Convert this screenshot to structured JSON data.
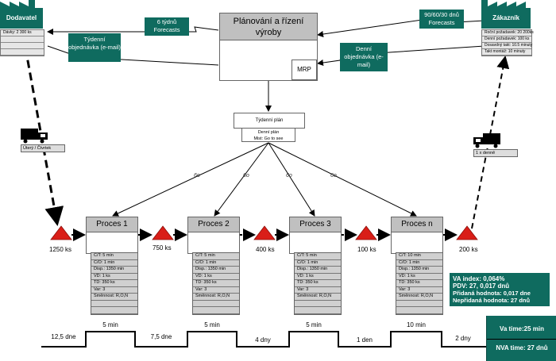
{
  "supplier": {
    "name": "Dodavatel",
    "rows": [
      "Dávky: 2 300 ks",
      "",
      "",
      ""
    ]
  },
  "customer": {
    "name": "Zákazník",
    "rows": [
      "Roční požadavek: 20 200ks",
      "Denní požadavek: 100 ks",
      "Dosavdný takt: 10.5 minuty",
      "Takt montáž: 10 minuty"
    ]
  },
  "planning": {
    "title": "Plánování a řízení výroby",
    "mrp": "MRP"
  },
  "info_boxes": {
    "forecast_supplier": "6 týdnů Forecasts",
    "weekly_order": "Týdenní objednávka (e-mail)",
    "forecast_customer": "90/60/30 dnů Forecasts",
    "daily_order": "Denní objednávka (e-mail)"
  },
  "plans": {
    "weekly": "Týdenní plán",
    "daily_line1": "Denní plán",
    "daily_line2": "Mist: Go to see"
  },
  "goto_label": "6o",
  "transport": {
    "supplier_label": "Úterý / Čtvrtek",
    "customer_label": "1 x denně"
  },
  "inventory": {
    "i0": "1250 ks",
    "i1": "750 ks",
    "i2": "400 ks",
    "i3": "100 ks",
    "i4": "200 ks"
  },
  "processes": [
    {
      "name": "Proces 1",
      "rows": [
        "C/T: 5 min",
        "C/O: 1 min",
        "Disp.: 1350 min",
        "VD: 1 ks",
        "TD: 350 ks",
        "Var: 3",
        "Směnnost: R,O,N",
        "",
        ""
      ]
    },
    {
      "name": "Proces 2",
      "rows": [
        "C/T: 5 min",
        "C/O: 1 min",
        "Disp.: 1350 min",
        "VD: 1 ks",
        "TD: 350 ks",
        "Var: 3",
        "Směnnost: R,O,N",
        "",
        ""
      ]
    },
    {
      "name": "Proces 3",
      "rows": [
        "C/T: 5 min",
        "C/O: 1 min",
        "Disp.: 1350 min",
        "VD: 1 ks",
        "TD: 350 ks",
        "Var: 3",
        "Směnnost: R,O,N",
        "",
        ""
      ]
    },
    {
      "name": "Proces n",
      "rows": [
        "C/T: 10 min",
        "C/O: 1 min",
        "Disp.: 1350 min",
        "VD: 1 ks",
        "TD: 350 ks",
        "Var: 3",
        "Směnnost: R,O,N",
        "",
        ""
      ]
    }
  ],
  "metrics": {
    "va_index": "VA index: 0,064%",
    "pdv": "PDV: 27, 0,017 dnů",
    "added_value": "Přidaná hodnota: 0,017 dne",
    "non_added_value": "Nepřidaná hodnota: 27 dnů"
  },
  "timeline": {
    "low": [
      "12,5 dne",
      "7,5 dne",
      "4 dny",
      "1 den",
      "2 dny"
    ],
    "high": [
      "5 min",
      "5 min",
      "5 min",
      "10 min"
    ],
    "va_time": "Va time:25 min",
    "nva_time": "NVA time: 27 dnů"
  },
  "colors": {
    "accent_teal": "#0f6b5f",
    "inventory_red": "#d91e18"
  }
}
